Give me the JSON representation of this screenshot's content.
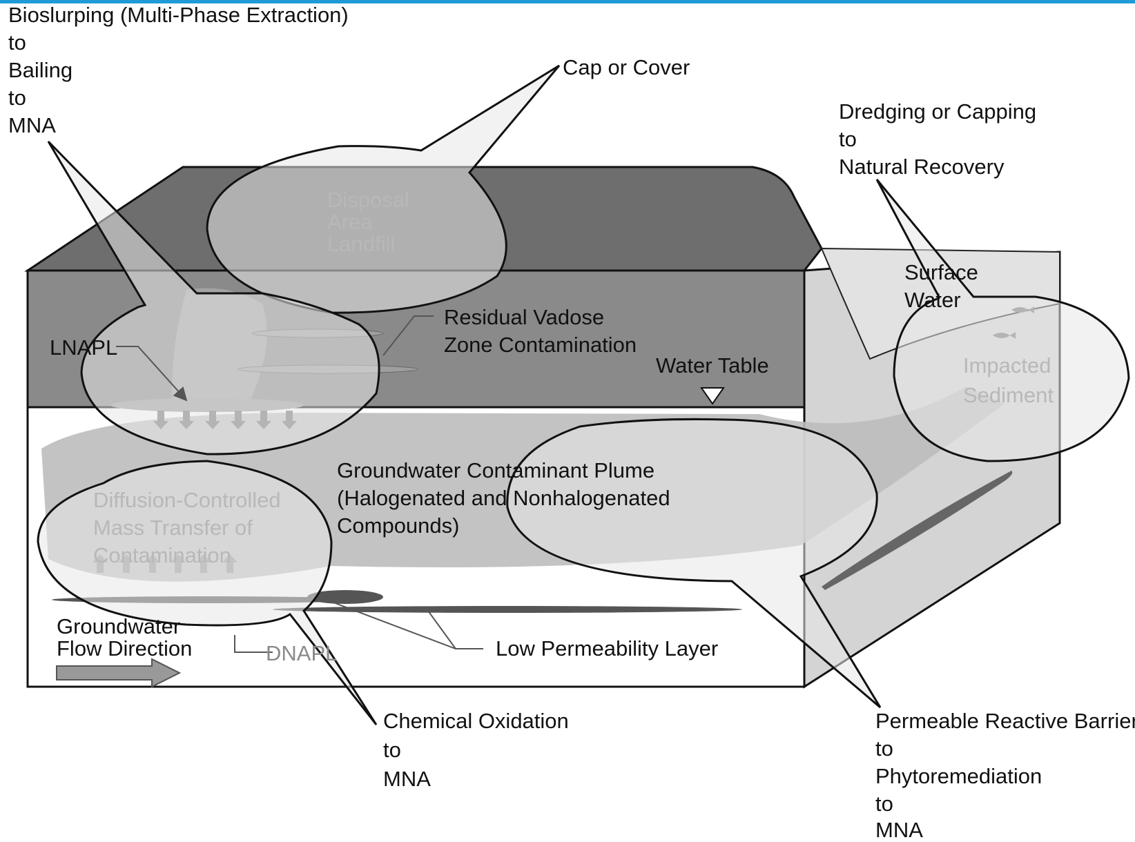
{
  "colors": {
    "top_band": "#1e9bd7",
    "surface": "#6e6e6e",
    "vadose": "#8a8a8a",
    "saturated": "#ffffff",
    "plume": "#b9b9b9",
    "right_face": "#d4d4d4",
    "bubble_fill": "#e6e6e6"
  },
  "callouts": {
    "bioslurping": [
      "Bioslurping (Multi-Phase Extraction)",
      "to",
      "Bailing",
      "to",
      "MNA"
    ],
    "cap": [
      "Cap or Cover"
    ],
    "dredging": [
      "Dredging or Capping",
      "to",
      "Natural Recovery"
    ],
    "chemical": [
      "Chemical Oxidation",
      "to",
      "MNA"
    ],
    "prb": [
      "Permeable Reactive Barrier",
      "to",
      "Phytoremediation",
      "to",
      "MNA"
    ]
  },
  "labels": {
    "disposal": [
      "Disposal",
      "Area",
      "Landfill"
    ],
    "surface_water": [
      "Surface",
      "Water"
    ],
    "impacted": [
      "Impacted",
      "Sediment"
    ],
    "lnapl": "LNAPL",
    "residual": [
      "Residual Vadose",
      "Zone Contamination"
    ],
    "water_table": "Water Table",
    "plume": [
      "Groundwater Contaminant Plume",
      "(Halogenated and Nonhalogenated",
      "Compounds)"
    ],
    "diffusion": [
      "Diffusion-Controlled",
      "Mass Transfer of",
      "Contamination"
    ],
    "flow": [
      "Groundwater",
      "Flow Direction"
    ],
    "dnapl": "DNAPL",
    "low_perm": "Low Permeability Layer"
  }
}
